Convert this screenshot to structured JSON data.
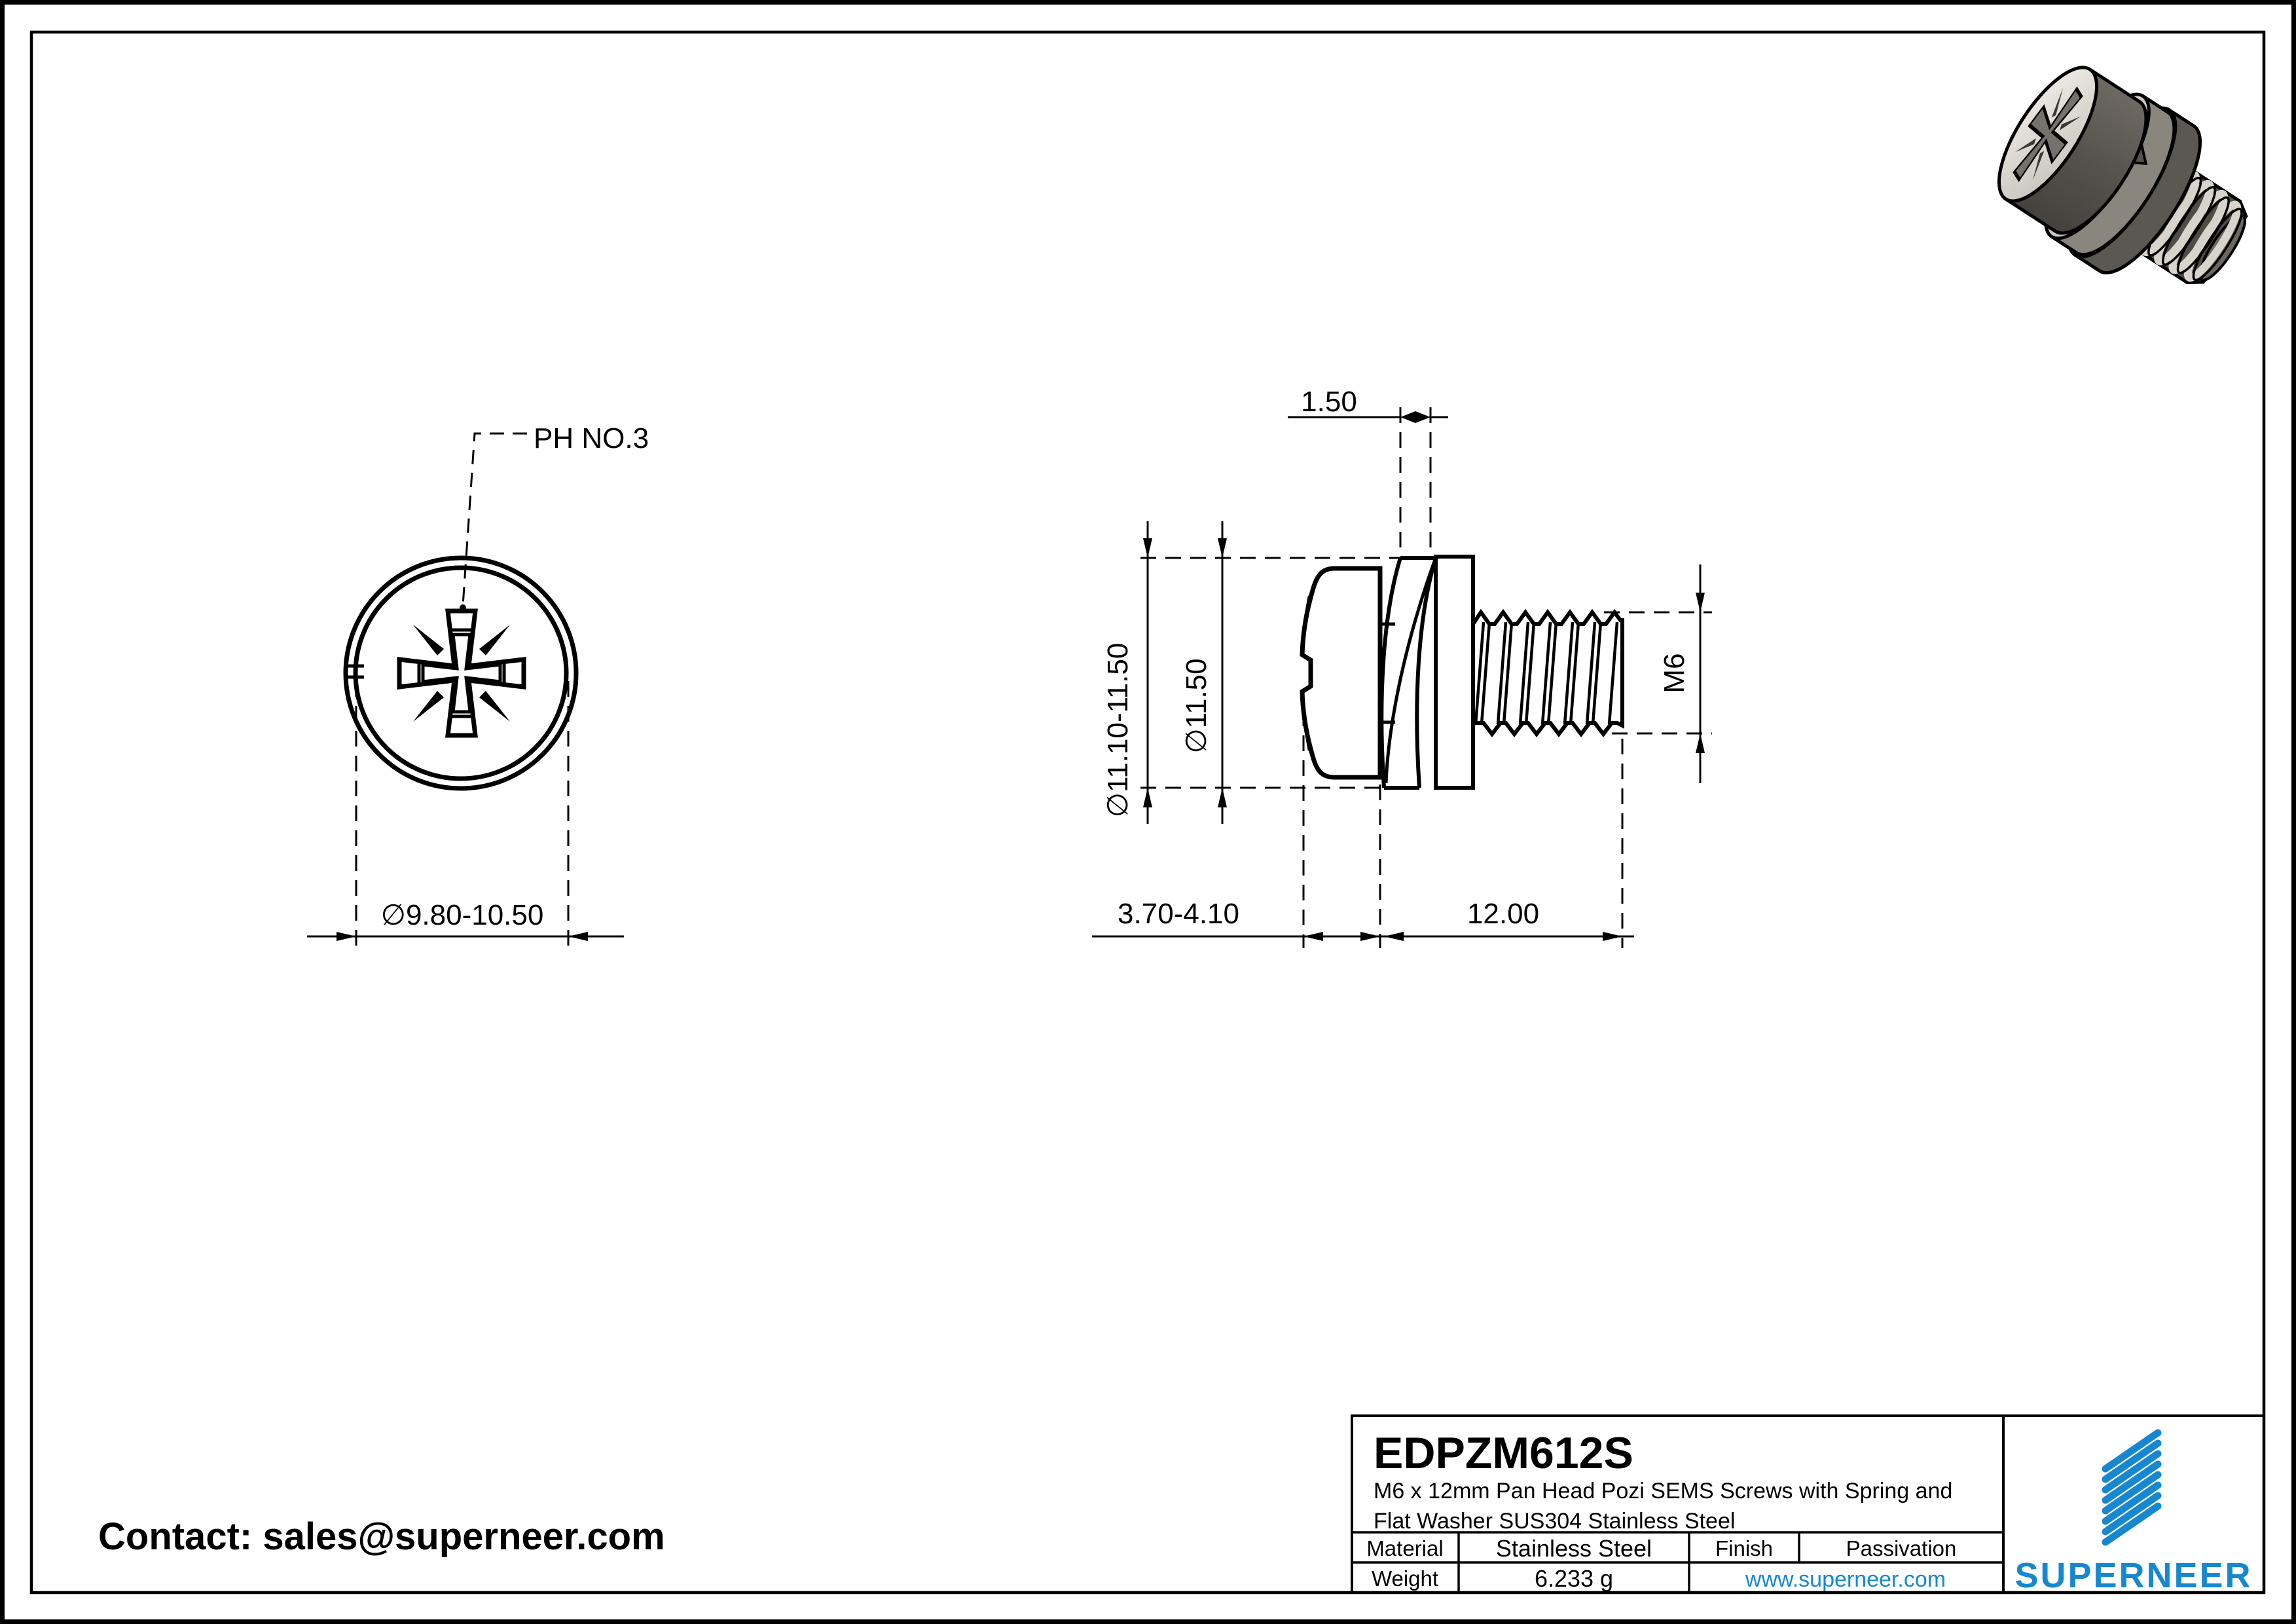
{
  "title_block": {
    "part_number": "EDPZM612S",
    "description_line1": "M6 x 12mm Pan Head Pozi SEMS Screws with Spring and",
    "description_line2": "Flat Washer SUS304 Stainless Steel",
    "material_label": "Material",
    "material_value": "Stainless Steel",
    "finish_label": "Finish",
    "finish_value": "Passivation",
    "weight_label": "Weight",
    "weight_value": "6.233 g",
    "website": "www.superneer.com",
    "brand": "SUPERNEER"
  },
  "contact": "Contact: sales@superneer.com",
  "dimensions": {
    "drive_label": "PH NO.3",
    "head_diameter": "∅9.80-10.50",
    "washer_thickness": "1.50",
    "spring_washer_od": "∅11.10-11.50",
    "flat_washer_od": "∅11.50",
    "thread_size": "M6",
    "head_height": "3.70-4.10",
    "thread_length": "12.00"
  },
  "colors": {
    "accent_blue": "#1788d0",
    "line_black": "#000000",
    "metal_light": "#d9d5ce",
    "metal_dark": "#55524c"
  }
}
